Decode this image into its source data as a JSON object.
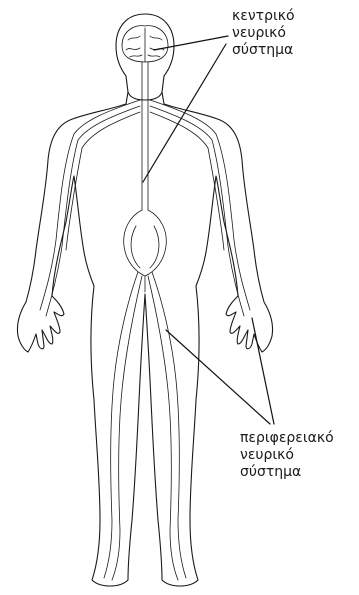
{
  "labels": {
    "central_nervous_system": [
      "κεντρικό",
      "νευρικό",
      "σύστημα"
    ],
    "peripheral_nervous_system": [
      "περιφερειακό",
      "νευρικό",
      "σύστημα"
    ]
  },
  "colors": {
    "line": "#1a1a1a",
    "background": "#ffffff"
  }
}
